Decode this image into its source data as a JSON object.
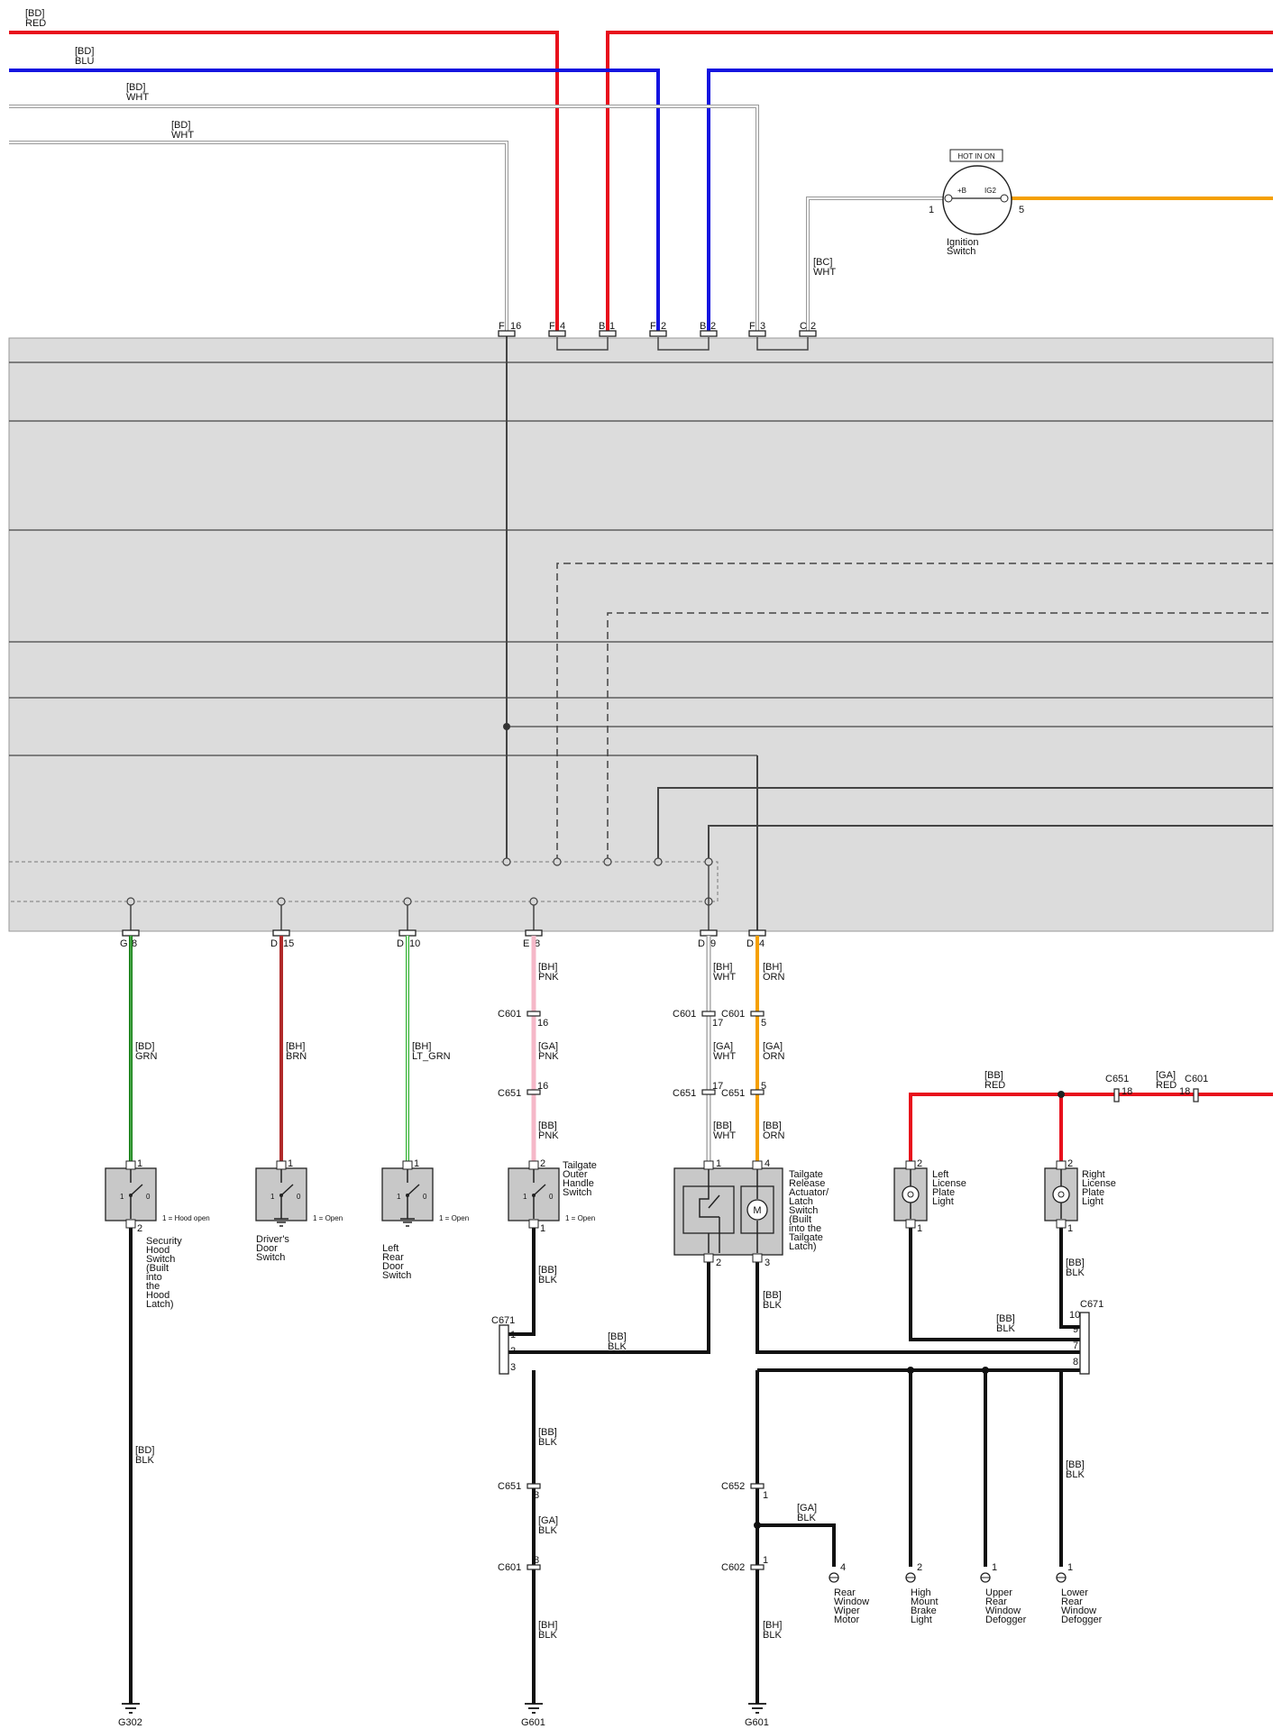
{
  "wire_tags": {
    "top_red": [
      "[BD]",
      "RED"
    ],
    "top_blu": [
      "[BD]",
      "BLU"
    ],
    "top_wht1": [
      "[BD]",
      "WHT"
    ],
    "top_wht2": [
      "[BD]",
      "WHT"
    ],
    "bc_wht": [
      "[BC]",
      "WHT"
    ],
    "grn": [
      "[BD]",
      "GRN"
    ],
    "brn": [
      "[BH]",
      "BRN"
    ],
    "ltgrn": [
      "[BH]",
      "LT_GRN"
    ],
    "pnk_bh": [
      "[BH]",
      "PNK"
    ],
    "pnk_ga": [
      "[GA]",
      "PNK"
    ],
    "pnk_bb": [
      "[BB]",
      "PNK"
    ],
    "wht_bh": [
      "[BH]",
      "WHT"
    ],
    "wht_ga": [
      "[GA]",
      "WHT"
    ],
    "wht_bb": [
      "[BB]",
      "WHT"
    ],
    "orn_bh": [
      "[BH]",
      "ORN"
    ],
    "orn_ga": [
      "[GA]",
      "ORN"
    ],
    "orn_bb": [
      "[BB]",
      "ORN"
    ],
    "red_bb": [
      "[BB]",
      "RED"
    ],
    "red_ga": [
      "[GA]",
      "RED"
    ],
    "blk_bd": [
      "[BD]",
      "BLK"
    ],
    "blk_bb1": [
      "[BB]",
      "BLK"
    ],
    "blk_bb2": [
      "[BB]",
      "BLK"
    ],
    "blk_bb3": [
      "[BB]",
      "BLK"
    ],
    "blk_bb4": [
      "[BB]",
      "BLK"
    ],
    "blk_bb5": [
      "[BB]",
      "BLK"
    ],
    "blk_bb6": [
      "[BB]",
      "BLK"
    ],
    "blk_ga1": [
      "[GA]",
      "BLK"
    ],
    "blk_ga2": [
      "[GA]",
      "BLK"
    ],
    "blk_bh1": [
      "[BH]",
      "BLK"
    ],
    "blk_bh2": [
      "[BH]",
      "BLK"
    ]
  },
  "top_pins": [
    "F",
    "16",
    "F",
    "4",
    "B",
    "1",
    "F",
    "2",
    "B",
    "2",
    "F",
    "3",
    "C",
    "2"
  ],
  "bottom_pins": [
    "G",
    "8",
    "D",
    "15",
    "D",
    "10",
    "E",
    "8",
    "D",
    "9",
    "D",
    "4"
  ],
  "ignition": {
    "tag": "HOT IN ON",
    "b_label": "+B",
    "ig2_label": "IG2",
    "pin_left": "1",
    "pin_right": "5",
    "name": [
      "Ignition",
      "Switch"
    ]
  },
  "connectors": {
    "c601": "C601",
    "c651": "C651",
    "c652": "C652",
    "c602": "C602",
    "c671": "C671"
  },
  "connector_pins": {
    "p16": "16",
    "p17": "17",
    "p5": "5",
    "p8": "8",
    "p1": "1",
    "p18": "18",
    "c671_1": "1",
    "c671_2": "2",
    "c671_3": "3",
    "c671_10": "10",
    "c671_9": "9",
    "c671_7": "7",
    "c671_8": "8"
  },
  "components": {
    "hood": {
      "name": [
        "Security",
        "Hood",
        "Switch",
        "(Built",
        "into",
        "the",
        "Hood",
        "Latch)"
      ],
      "note": "1 = Hood open",
      "pin_top": "1",
      "pin_bottom": "2"
    },
    "driver": {
      "name": [
        "Driver's",
        "Door",
        "Switch"
      ],
      "note": "1 = Open",
      "pin_top": "1"
    },
    "leftrear": {
      "name": [
        "Left",
        "Rear",
        "Door",
        "Switch"
      ],
      "note": "1 = Open",
      "pin_top": "1"
    },
    "tailhandle": {
      "name": [
        "Tailgate",
        "Outer",
        "Handle",
        "Switch"
      ],
      "note": "1 = Open",
      "pin_top": "2",
      "pin_bottom": "1"
    },
    "actuator": {
      "name": [
        "Tailgate",
        "Release",
        "Actuator/",
        "Latch",
        "Switch",
        "(Built",
        "into the",
        "Tailgate",
        "Latch)"
      ],
      "pin_tl": "1",
      "pin_tr": "4",
      "pin_bl": "2",
      "pin_br": "3",
      "motor": "M"
    },
    "leftplate": {
      "name": [
        "Left",
        "License",
        "Plate",
        "Light"
      ],
      "pin_top": "2",
      "pin_bottom": "1"
    },
    "rightplate": {
      "name": [
        "Right",
        "License",
        "Plate",
        "Light"
      ],
      "pin_top": "2",
      "pin_bottom": "1"
    },
    "wiper": {
      "name": [
        "Rear",
        "Window",
        "Wiper",
        "Motor"
      ],
      "pin": "4"
    },
    "brake": {
      "name": [
        "High",
        "Mount",
        "Brake",
        "Light"
      ],
      "pin": "2"
    },
    "upperdefog": {
      "name": [
        "Upper",
        "Rear",
        "Window",
        "Defogger"
      ],
      "pin": "1"
    },
    "lowerdefog": {
      "name": [
        "Lower",
        "Rear",
        "Window",
        "Defogger"
      ],
      "pin": "1"
    }
  },
  "switch_marks": {
    "one": "1",
    "zero": "0"
  },
  "grounds": {
    "g302": "G302",
    "g601a": "G601",
    "g601b": "G601"
  },
  "colors": {
    "red": "#e8101c",
    "blue": "#1414e0",
    "orange": "#f5a000",
    "green": "#0f7a0f",
    "brown": "#b02a2a",
    "pink": "#f5b8c8",
    "ltgreen": "#30b030",
    "module_fill": "#dcdcdc",
    "component_fill": "#c8c8c8"
  }
}
